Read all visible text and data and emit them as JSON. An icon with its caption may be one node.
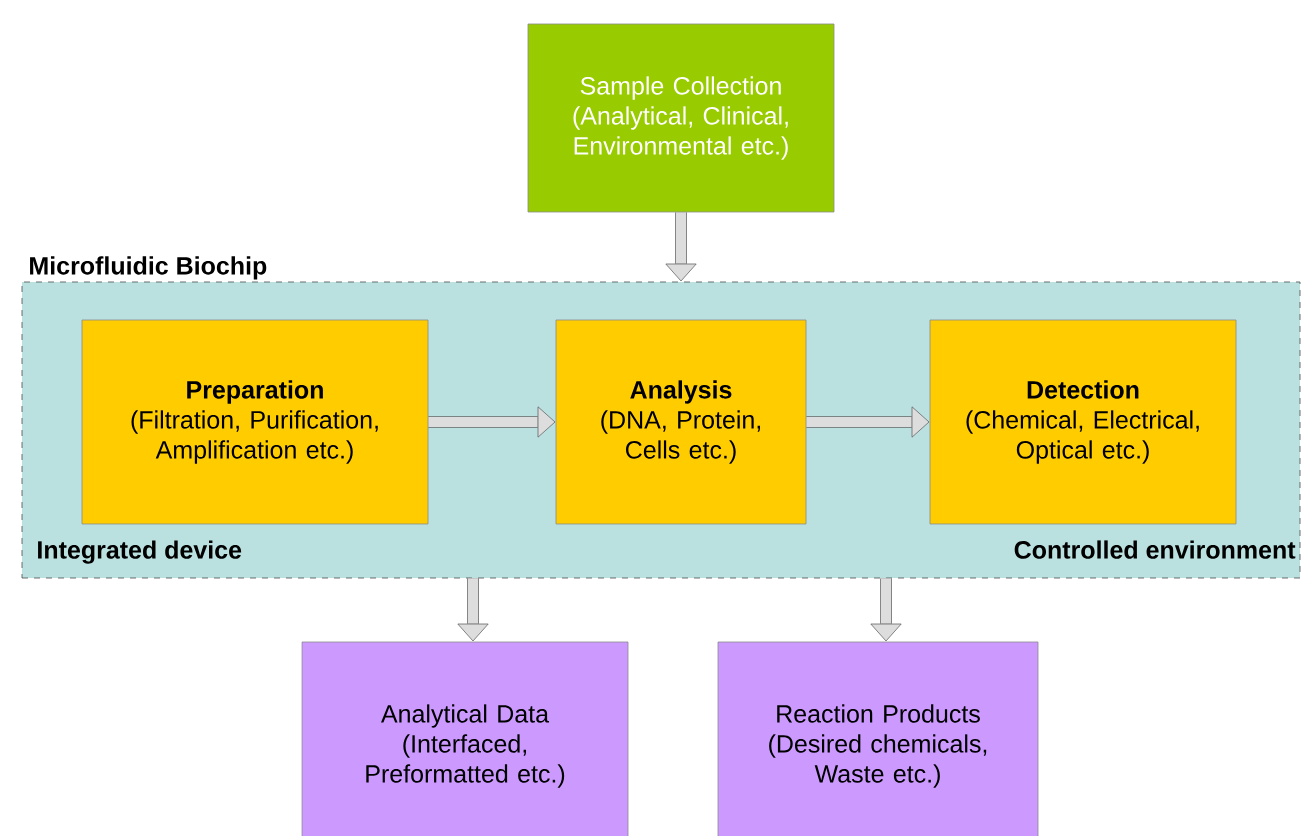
{
  "diagram": {
    "nodes": [
      {
        "text": [
          "Sample Collection",
          "(Analytical, Clinical, Environmental etc.)"
        ]
      },
      {
        "text": [
          "Microfluidic Biochip",
          "Integrated device",
          "Controlled environment"
        ]
      },
      {
        "text": [
          "Preparation",
          "(Filtration, Purification, Amplification etc.)"
        ],
        "in": 1
      },
      {
        "text": [
          "Analysis",
          "(DNA, Protein, Cells etc.)"
        ],
        "in": 1
      },
      {
        "text": [
          "Detection",
          "(Chemical, Electrical, Optical etc.)"
        ],
        "in": 1
      },
      {
        "text": [
          "Analytical Data",
          "(Interfaced, Preformatted etc.)"
        ]
      },
      {
        "text": [
          "Reaction Products",
          "(Desired chemicals, Waste etc.)"
        ]
      }
    ],
    "edges": [
      {
        "from": 0,
        "to": 1,
        "arrow": "to"
      },
      {
        "from": 2,
        "to": 3,
        "arrow": "to"
      },
      {
        "from": 3,
        "to": 4,
        "arrow": "to"
      },
      {
        "from": 1,
        "to": 5,
        "arrow": "to"
      },
      {
        "from": 1,
        "to": 6,
        "arrow": "to"
      }
    ]
  }
}
